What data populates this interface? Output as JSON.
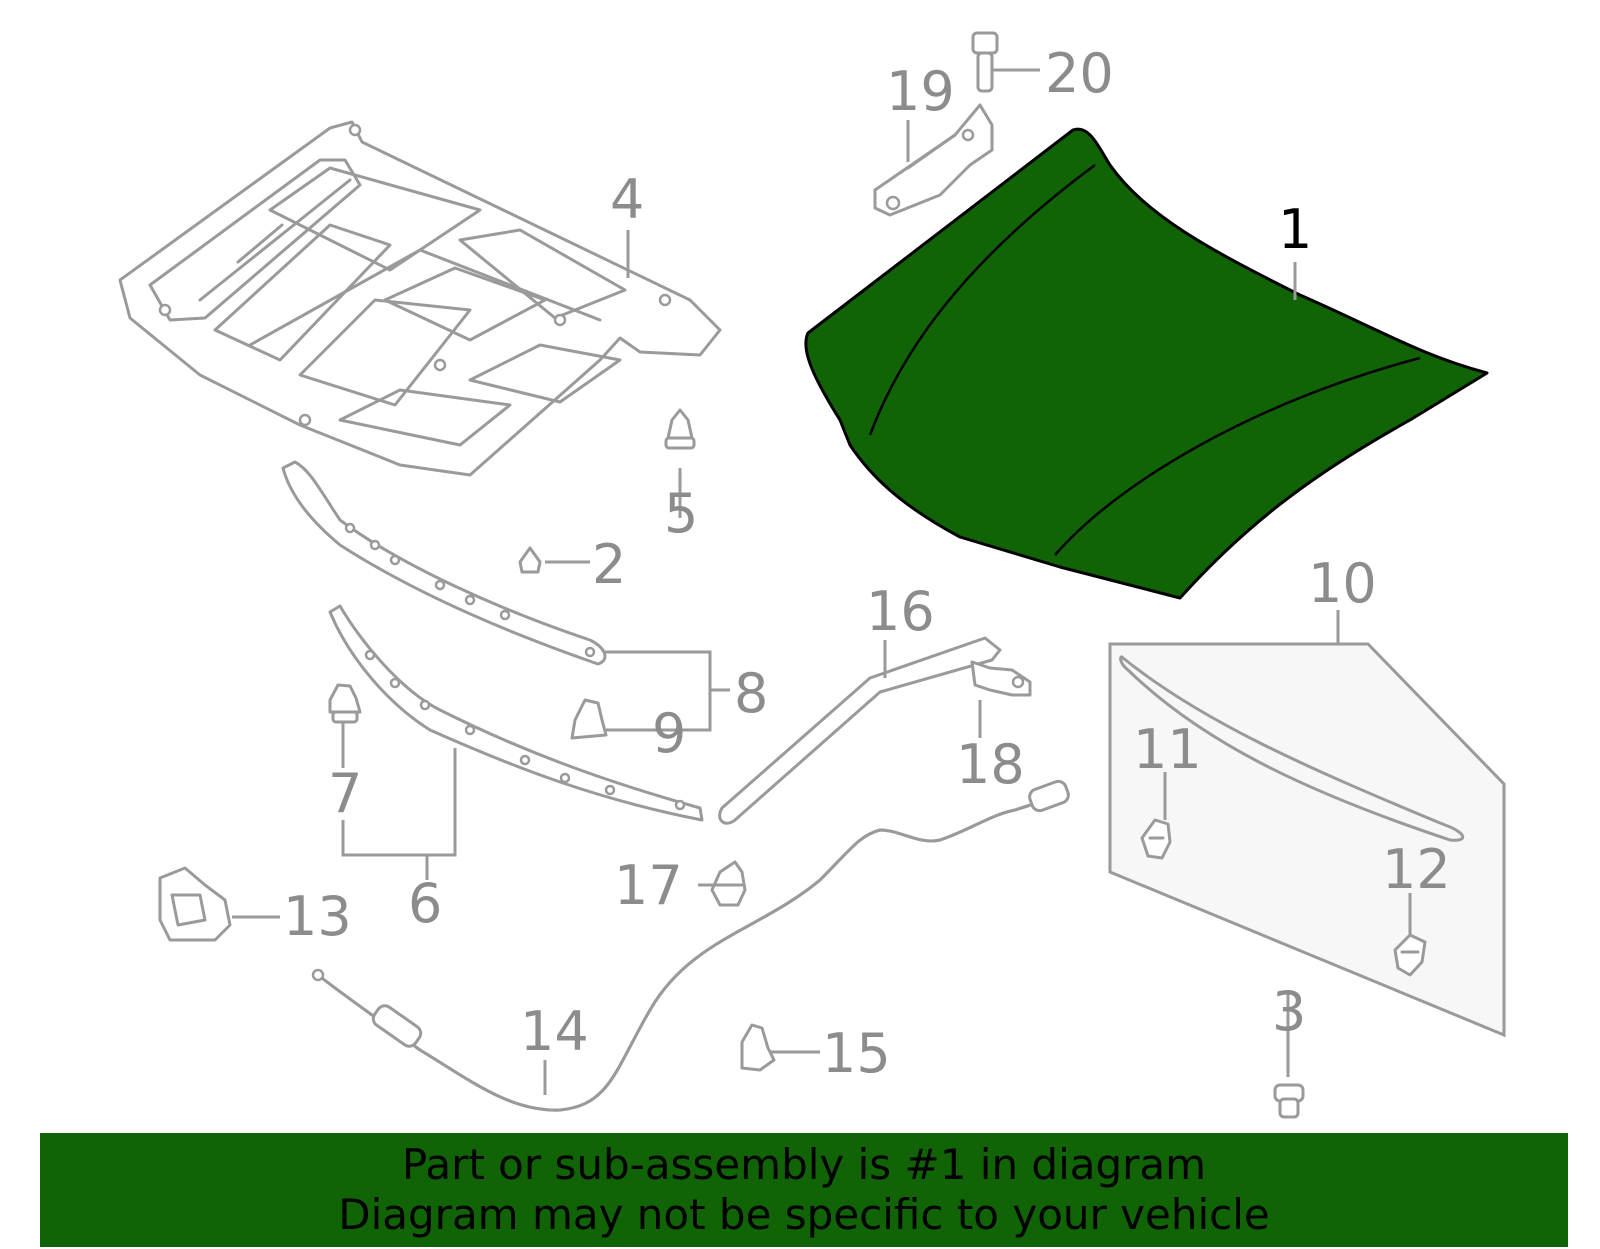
{
  "colors": {
    "highlight": "#116405",
    "part_stroke": "#9a9a9a",
    "callout_text": "#8c8c8c",
    "panel_fill": "#f7f7f7",
    "banner_text": "#000000"
  },
  "callouts": {
    "c1": "1",
    "c2": "2",
    "c3": "3",
    "c4": "4",
    "c5": "5",
    "c6": "6",
    "c7": "7",
    "c8": "8",
    "c9": "9",
    "c10": "10",
    "c11": "11",
    "c12": "12",
    "c13": "13",
    "c14": "14",
    "c15": "15",
    "c16": "16",
    "c17": "17",
    "c18": "18",
    "c19": "19",
    "c20": "20"
  },
  "highlighted_part": "1",
  "banner": {
    "line1": "Part or sub-assembly is #1 in diagram",
    "line2": "Diagram may not be specific to your vehicle"
  }
}
